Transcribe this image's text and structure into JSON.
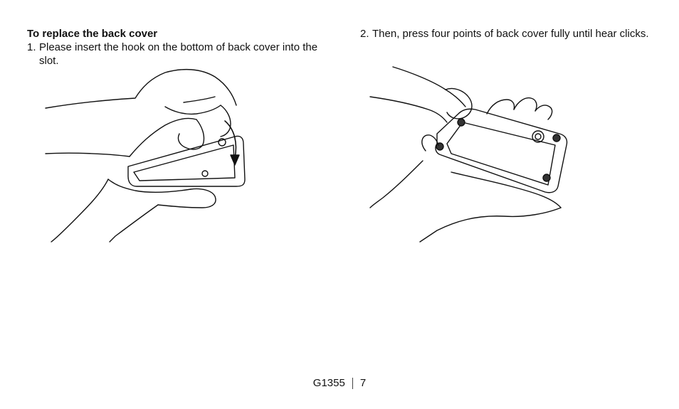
{
  "section": {
    "heading": "To replace the back cover"
  },
  "steps": [
    {
      "number": "1.",
      "text": "Please insert the hook on the bottom of back cover into the slot."
    },
    {
      "number": "2.",
      "text": "Then, press four points of back cover fully until hear clicks."
    }
  ],
  "footer": {
    "model": "G1355",
    "page_number": "7"
  }
}
